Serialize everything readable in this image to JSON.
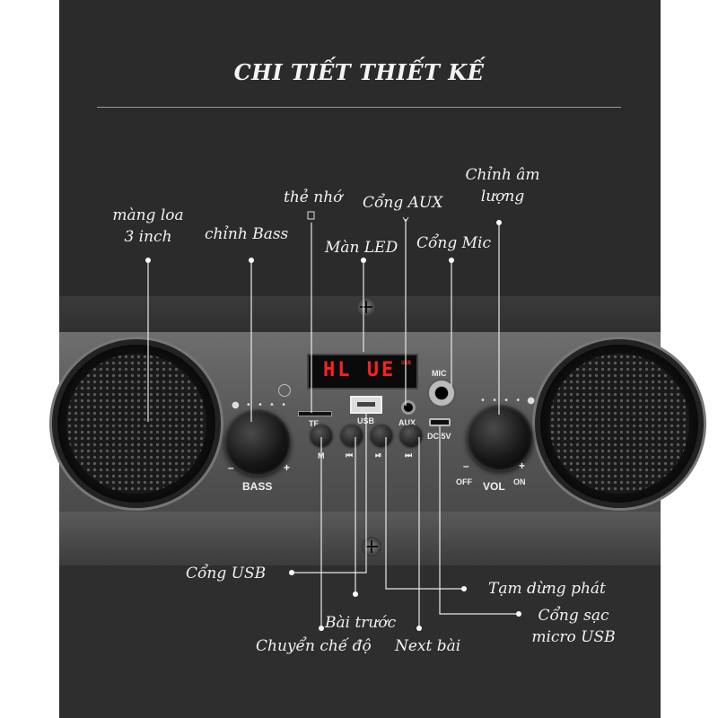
{
  "title": "CHI TIẾT THIẾT KẾ",
  "labels": {
    "speaker": "màng loa\n3 inch",
    "bass": "chỉnh Bass",
    "tf": "thẻ nhớ",
    "aux": "Cổng AUX",
    "led": "Màn LED",
    "mic": "Cổng Mic",
    "volume": "Chỉnh âm\nlượng",
    "usb": "Cổng USB",
    "pause": "Tạm dừng phát",
    "prev": "Bài trước",
    "charge": "Cổng sạc\nmicro USB",
    "mode": "Chuyển chế độ",
    "next": "Next bài"
  },
  "device": {
    "led_text": "HL UE",
    "led_sub": "USB",
    "bass_label": "BASS",
    "vol_label": "VOL",
    "minus": "–",
    "plus": "+",
    "off": "OFF",
    "on": "ON",
    "tf": "TF",
    "usb": "USB",
    "aux": "AUX",
    "mic": "MIC",
    "dc": "DC 5V",
    "btn_m": "M",
    "btn_prev": "⏮",
    "btn_play": "⏯",
    "btn_next": "⏭"
  },
  "colors": {
    "background": "#2b2b2b",
    "led": "#ff2020",
    "text": "#f2f2f2"
  }
}
